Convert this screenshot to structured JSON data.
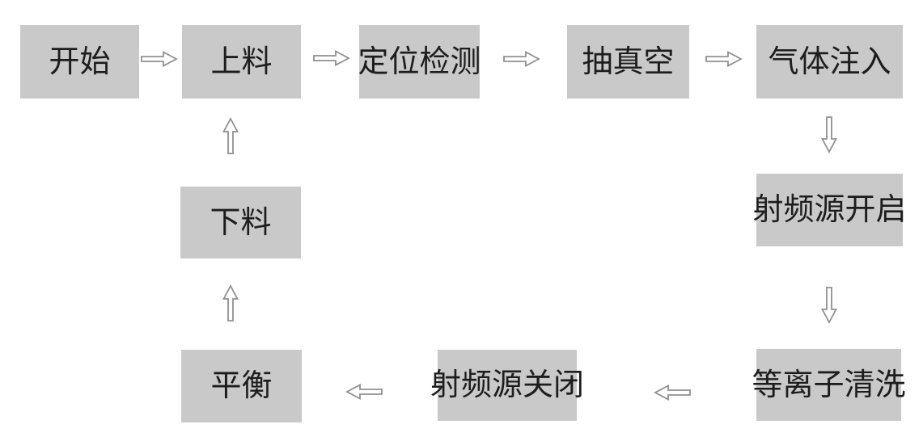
{
  "diagram": {
    "type": "flowchart",
    "colors": {
      "background": "#ffffff",
      "node_fill": "#c9c9c9",
      "node_text": "#1d1d1d",
      "arrow": "#909090",
      "arrow_fill": "#ffffff"
    },
    "nodes": {
      "start": {
        "label": "开始"
      },
      "loading": {
        "label": "上料"
      },
      "positioning": {
        "label": "定位检测"
      },
      "vacuum": {
        "label": "抽真空"
      },
      "gas_injection": {
        "label": "气体注入"
      },
      "rf_on": {
        "label": "射频源开启"
      },
      "plasma_clean": {
        "label": "等离子清洗"
      },
      "rf_off": {
        "label": "射频源关闭"
      },
      "balance": {
        "label": "平衡"
      },
      "unloading": {
        "label": "下料"
      }
    },
    "edges": [
      {
        "from": "开始",
        "to": "上料",
        "direction": "right"
      },
      {
        "from": "上料",
        "to": "定位检测",
        "direction": "right"
      },
      {
        "from": "定位检测",
        "to": "抽真空",
        "direction": "right"
      },
      {
        "from": "抽真空",
        "to": "气体注入",
        "direction": "right"
      },
      {
        "from": "气体注入",
        "to": "射频源开启",
        "direction": "down"
      },
      {
        "from": "射频源开启",
        "to": "等离子清洗",
        "direction": "down"
      },
      {
        "from": "等离子清洗",
        "to": "射频源关闭",
        "direction": "left"
      },
      {
        "from": "射频源关闭",
        "to": "平衡",
        "direction": "left"
      },
      {
        "from": "平衡",
        "to": "下料",
        "direction": "up"
      },
      {
        "from": "下料",
        "to": "上料",
        "direction": "up"
      }
    ]
  }
}
